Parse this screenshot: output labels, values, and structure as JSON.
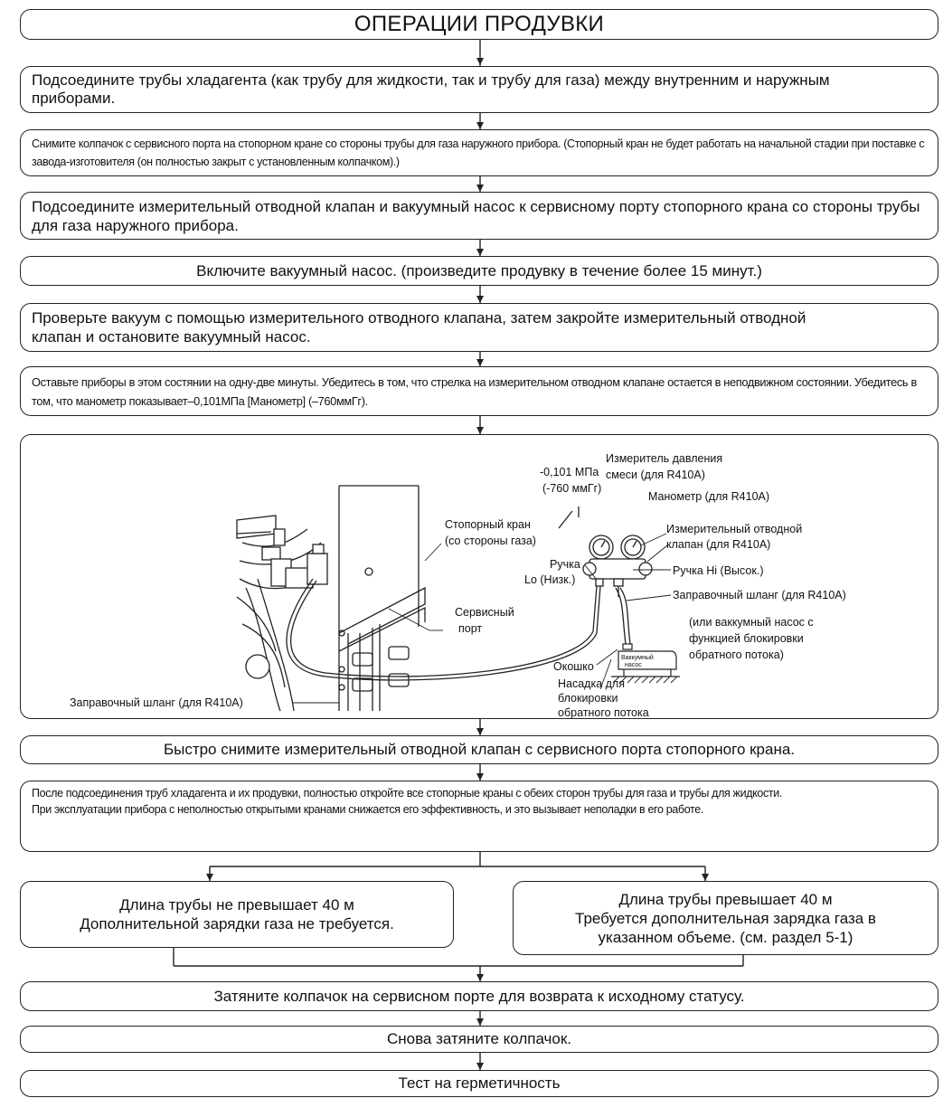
{
  "title": "ОПЕРАЦИИ ПРОДУВКИ",
  "steps": {
    "s1": "Подсоедините трубы хладагента (как трубу для жидкости, так и трубу для газа) между внутренним и наружным приборами.",
    "s2": "Снимите колпачок с сервисного порта на стопорном кране со стороны трубы для газа наружного прибора. (Стопорный кран не будет работать на начальной стадии при поставке с завода-изготовителя (он полностью закрыт с установленным колпачком).)",
    "s3": "Подсоедините измерительный отводной клапан и вакуумный насос к сервисному порту стопорного крана со стороны трубы для газа наружного прибора.",
    "s4": "Включите вакуумный насос. (произведите продувку в течение более 15 минут.)",
    "s5": "Проверьте вакуум с помощью измерительного отводного клапана, затем закройте измерительный отводной клапан и остановите вакуумный насос.",
    "s6": "Оставьте приборы в этом состянии на одну-две минуты. Убедитесь в том, что стрелка на измерительном отводном клапане остается в неподвижном состоянии. Убедитесь в том, что манометр показывает–0,101МПа [Манометр] (–760ммГг).",
    "s7": "Быстро снимите измерительный отводной клапан с сервисного порта стопорного крана.",
    "s8a": "После подсоединения труб хладагента и их продувки, полностью откройте все стопорные краны с обеих сторон трубы для газа и трубы для жидкости.",
    "s8b": "При эксплуатации прибора с неполностью открытыми кранами снижается его эффективность, и это вызывает неполадки в его работе.",
    "s9": "Затяните колпачок на сервисном порте для возврата к исходному статусу.",
    "s10": "Снова затяните колпачок.",
    "s11": "Тест на герметичность"
  },
  "branch": {
    "left_line1": "Длина трубы не превышает 40 м",
    "left_line2": "Дополнительной зарядки газа не требуется.",
    "right_line1": "Длина трубы превышает 40 м",
    "right_line2": "Требуется дополнительная зарядка газа в",
    "right_line3": "указанном объеме. (см. раздел 5-1)"
  },
  "diagram": {
    "pressure_value": "-0,101 МПа",
    "pressure_mm": "(-760 ммГг)",
    "compound_gauge_1": "Измеритель давления",
    "compound_gauge_2": "смеси (для R410A)",
    "manometer": "Манометр (для R410A)",
    "manifold_1": "Измерительный отводной",
    "manifold_2": "клапан (для R410A)",
    "stop_valve_1": "Стопорный кран",
    "stop_valve_2": "(со стороны газа)",
    "handle_lo_1": "Ручка",
    "handle_lo_2": "Lo (Низк.)",
    "handle_hi": "Ручка Hi (Высок.)",
    "charge_hose_right": "Заправочный шланг (для R410A)",
    "service_port_1": "Сервисный",
    "service_port_2": "порт",
    "pump_alt_1": "(или ваккумный насос с",
    "pump_alt_2": "функцией блокировки",
    "pump_alt_3": "обратного потока)",
    "pump_label_1": "Ваккумный",
    "pump_label_2": "насос",
    "window": "Окошко",
    "adapter_1": "Насадка для",
    "adapter_2": "блокировки",
    "adapter_3": "обратного потока",
    "charge_hose_left": "Заправочный шланг (для R410A)"
  }
}
